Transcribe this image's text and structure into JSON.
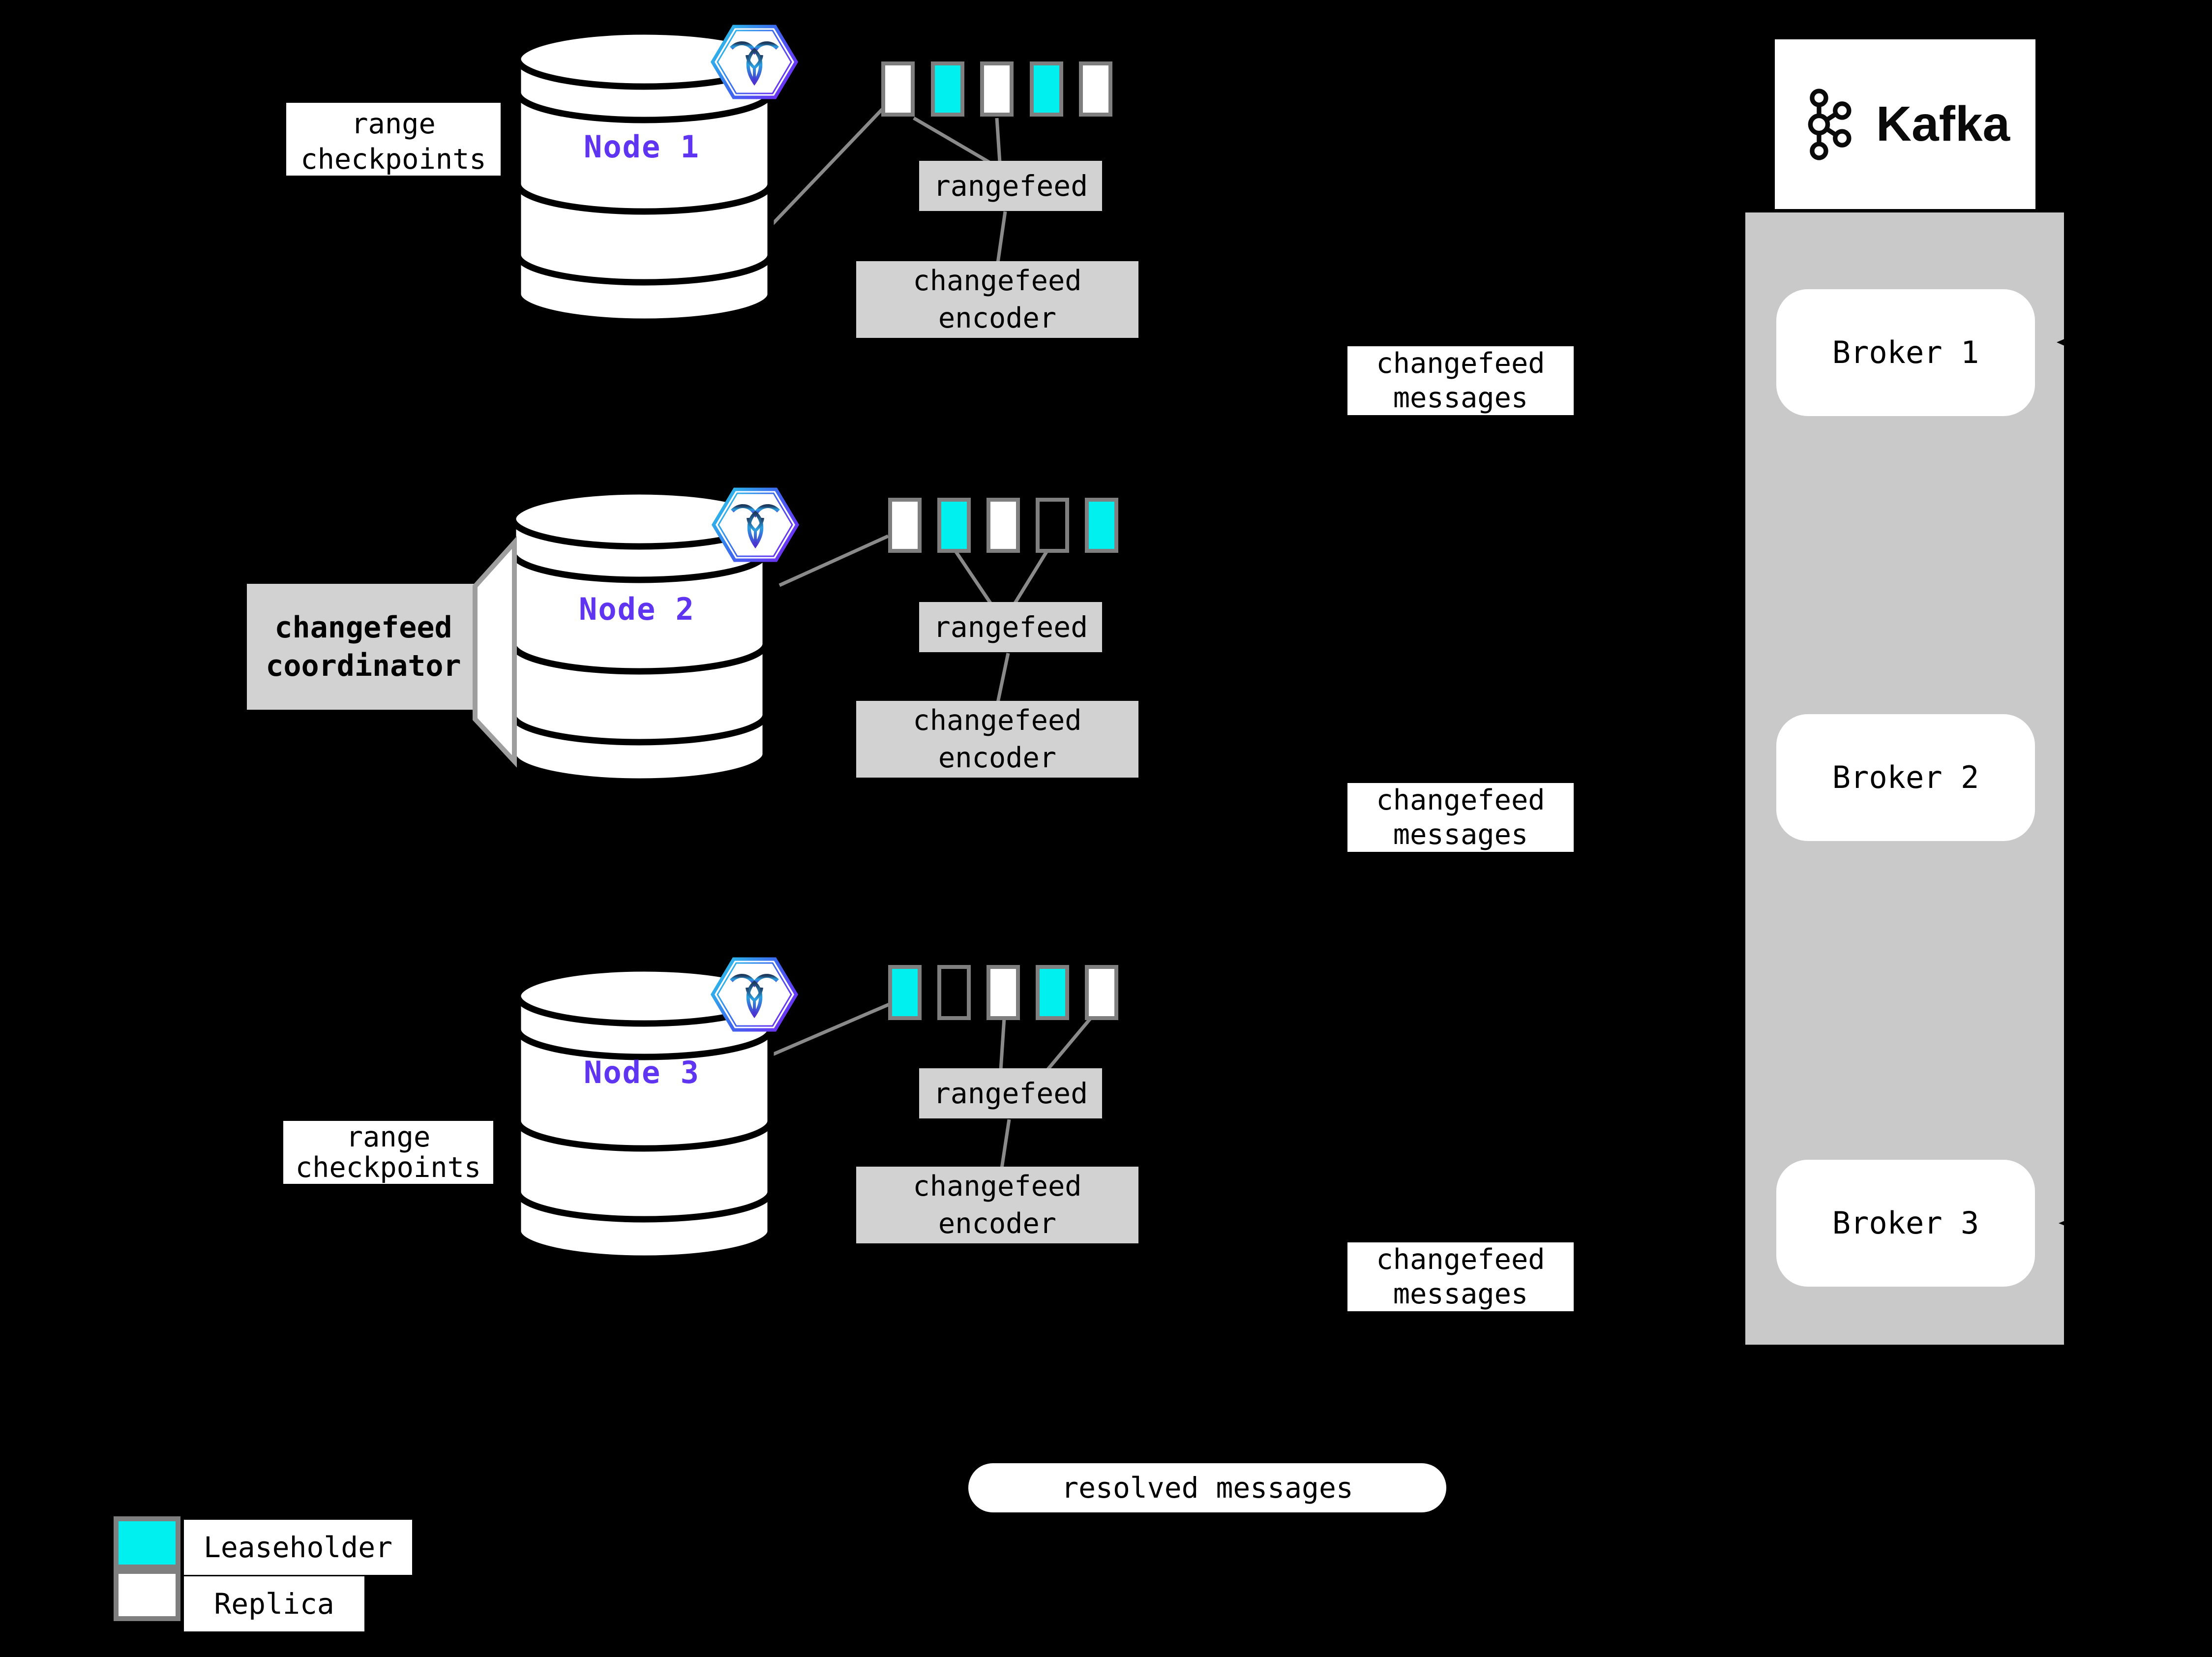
{
  "palette": {
    "background": "#000000",
    "leaseholder_cyan": "#00f0f0",
    "replica_white": "#ffffff",
    "node_purple": "#5f35f2",
    "box_gray": "#d2d2d2",
    "kafka_container_gray": "#c9c9c9",
    "range_border_gray": "#7f7f7f",
    "connector_gray": "#8a8a8a",
    "crdb_gradient": [
      "#29d3e8",
      "#6a35f2"
    ]
  },
  "nodes": [
    {
      "label": "Node 1",
      "ranges": [
        "replica",
        "leaseholder",
        "replica",
        "leaseholder",
        "replica"
      ]
    },
    {
      "label": "Node 2",
      "ranges": [
        "replica",
        "leaseholder",
        "replica",
        "empty",
        "leaseholder"
      ]
    },
    {
      "label": "Node 3",
      "ranges": [
        "leaseholder",
        "empty",
        "replica",
        "leaseholder",
        "replica"
      ]
    }
  ],
  "labels": {
    "rangefeed": "rangefeed",
    "encoder_line1": "changefeed",
    "encoder_line2": "encoder",
    "messages_line1": "changefeed",
    "messages_line2": "messages",
    "checkpoints_line1": "range",
    "checkpoints_line2": "checkpoints",
    "coordinator_line1": "changefeed",
    "coordinator_line2": "coordinator",
    "resolved": "resolved messages"
  },
  "kafka": {
    "brand": "Kafka",
    "brokers": [
      {
        "label": "Broker 1"
      },
      {
        "label": "Broker 2"
      },
      {
        "label": "Broker 3"
      }
    ]
  },
  "legend": [
    {
      "kind": "leaseholder",
      "label": "Leaseholder"
    },
    {
      "kind": "replica",
      "label": "Replica"
    }
  ],
  "icons": {
    "node_badge": "cockroachdb-icon",
    "kafka_logo": "kafka-icon"
  }
}
